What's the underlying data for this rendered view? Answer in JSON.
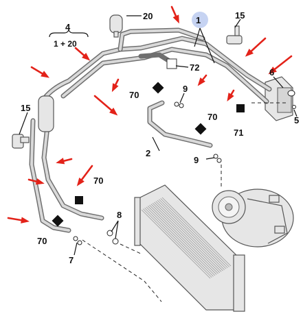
{
  "labels": {
    "l1": "1",
    "l2": "2",
    "l4": "4",
    "l4_sub": "1 + 20",
    "l5": "5",
    "l6": "6",
    "l7": "7",
    "l8": "8",
    "l9a": "9",
    "l9b": "9",
    "l15a": "15",
    "l15b": "15",
    "l20": "20",
    "l70a": "70",
    "l70b": "70",
    "l70c": "70",
    "l70d": "70",
    "l71": "71",
    "l72": "72"
  },
  "colors": {
    "arrow": "#e32219",
    "highlight": "#c6d3f2",
    "part_fill": "#e6e6e6",
    "pipe": "#6f6f6f"
  }
}
